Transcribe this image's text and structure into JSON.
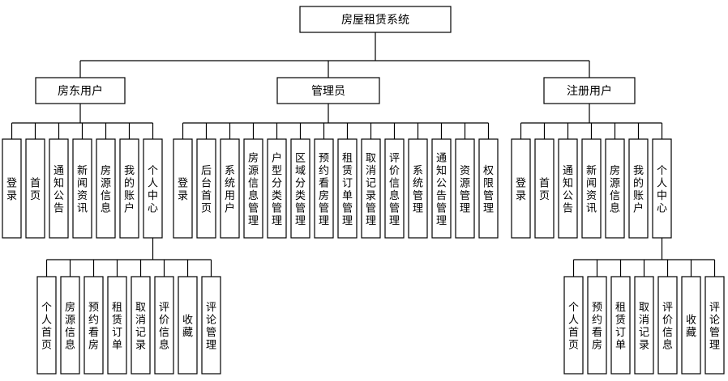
{
  "root": {
    "label": "房屋租赁系统"
  },
  "groups": [
    {
      "id": "landlord",
      "label": "房东用户",
      "children": [
        "登录",
        "首页",
        "通知公告",
        "新闻资讯",
        "房源信息",
        "我的账户",
        "个人中心"
      ],
      "sub": [
        "个人首页",
        "房源信息",
        "预约看房",
        "租赁订单",
        "取消记录",
        "评价信息",
        "收藏",
        "评论管理"
      ]
    },
    {
      "id": "admin",
      "label": "管理员",
      "children": [
        "登录",
        "后台首页",
        "系统用户",
        "房源信息管理",
        "户型分类管理",
        "区域分类管理",
        "预约看房管理",
        "租赁订单管理",
        "取消记录管理",
        "评价信息管理",
        "系统管理",
        "通知公告管理",
        "资源管理",
        "权限管理"
      ]
    },
    {
      "id": "registered",
      "label": "注册用户",
      "children": [
        "登录",
        "首页",
        "通知公告",
        "新闻资讯",
        "房源信息",
        "我的账户",
        "个人中心"
      ],
      "sub": [
        "个人首页",
        "预约看房",
        "租赁订单",
        "取消记录",
        "评价信息",
        "收藏",
        "评论管理"
      ]
    }
  ]
}
